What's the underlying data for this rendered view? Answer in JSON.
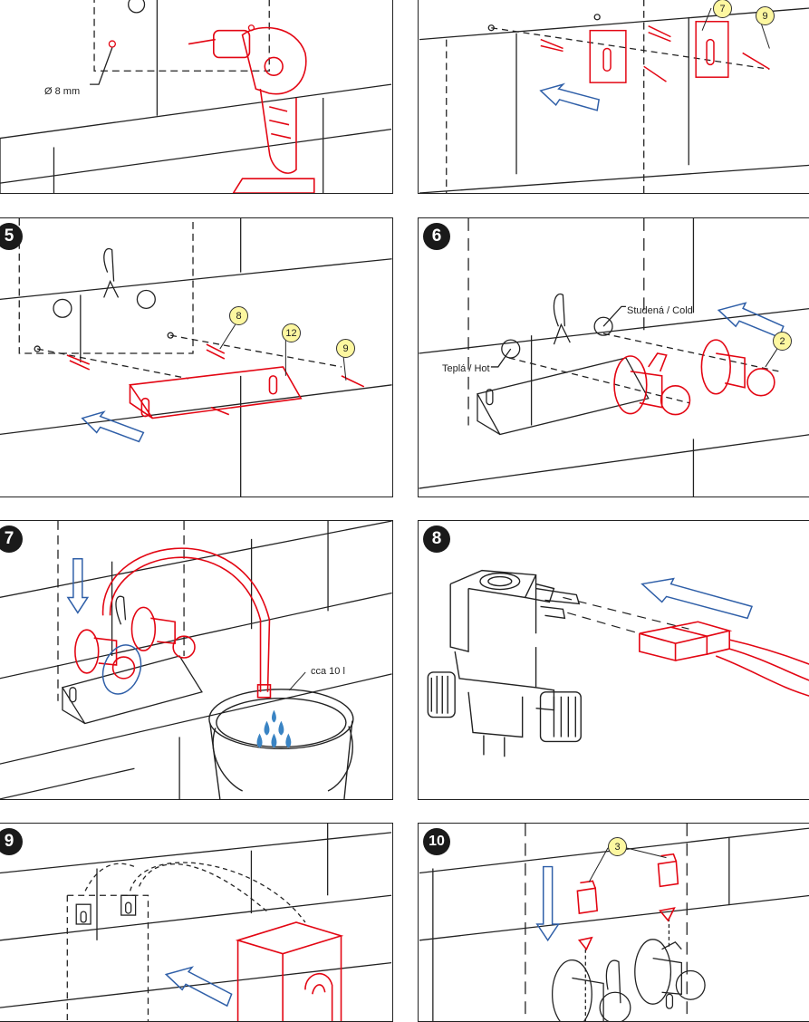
{
  "panels": [
    {
      "id": "p3",
      "number": "",
      "labels": {
        "diameter": "Ø 8 mm"
      }
    },
    {
      "id": "p4",
      "number": "",
      "callouts": [
        "7",
        "9"
      ]
    },
    {
      "id": "p5",
      "number": "5",
      "callouts": [
        "8",
        "12",
        "9"
      ]
    },
    {
      "id": "p6",
      "number": "6",
      "callouts": [
        "2"
      ],
      "labels": {
        "cold": "Studená / Cold",
        "hot": "Teplá / Hot"
      }
    },
    {
      "id": "p7",
      "number": "7",
      "labels": {
        "volume": "cca 10 l"
      }
    },
    {
      "id": "p8",
      "number": "8"
    },
    {
      "id": "p9",
      "number": "9"
    },
    {
      "id": "p10",
      "number": "10",
      "callouts": [
        "3"
      ]
    }
  ],
  "colors": {
    "accent": "#e30613",
    "arrow": "#2f5fa8",
    "line": "#222222",
    "callout_fill": "#fdf7a0"
  },
  "icons": [
    "drill-icon",
    "wall-anchor-icon",
    "mounting-bracket-icon",
    "angle-valve-icon",
    "water-bucket-icon",
    "solenoid-valve-icon",
    "connector-plug-icon",
    "cover-box-icon",
    "filter-nut-icon"
  ]
}
